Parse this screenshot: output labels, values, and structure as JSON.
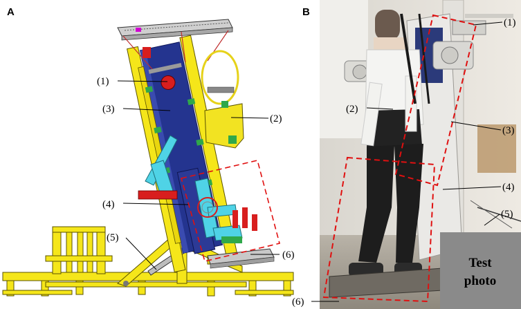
{
  "panels": [
    {
      "id": "A",
      "letter": "A"
    },
    {
      "id": "B",
      "letter": "B"
    }
  ],
  "callouts_a": [
    {
      "id": "1",
      "label": "(1)"
    },
    {
      "id": "2",
      "label": "(2)"
    },
    {
      "id": "3",
      "label": "(3)"
    },
    {
      "id": "4",
      "label": "(4)"
    },
    {
      "id": "5",
      "label": "(5)"
    },
    {
      "id": "6",
      "label": "(6)"
    }
  ],
  "callouts_b": [
    {
      "id": "1",
      "label": "(1)"
    },
    {
      "id": "2",
      "label": "(2)"
    },
    {
      "id": "3",
      "label": "(3)"
    },
    {
      "id": "4",
      "label": "(4)"
    },
    {
      "id": "5",
      "label": "(5)"
    },
    {
      "id": "6",
      "label": "(6)"
    }
  ],
  "photo_label": {
    "line1": "Test",
    "line2": "photo"
  },
  "colors": {
    "frame_yellow": "#f5e61a",
    "frame_outline": "#5a5300",
    "board_blue": "#24348f",
    "joint_cyan": "#4fd3e6",
    "motor_red": "#d81e1e",
    "part_green": "#2fa84a",
    "dashed_red": "#e01010",
    "photo_box_gray": "#8a8a8a"
  }
}
